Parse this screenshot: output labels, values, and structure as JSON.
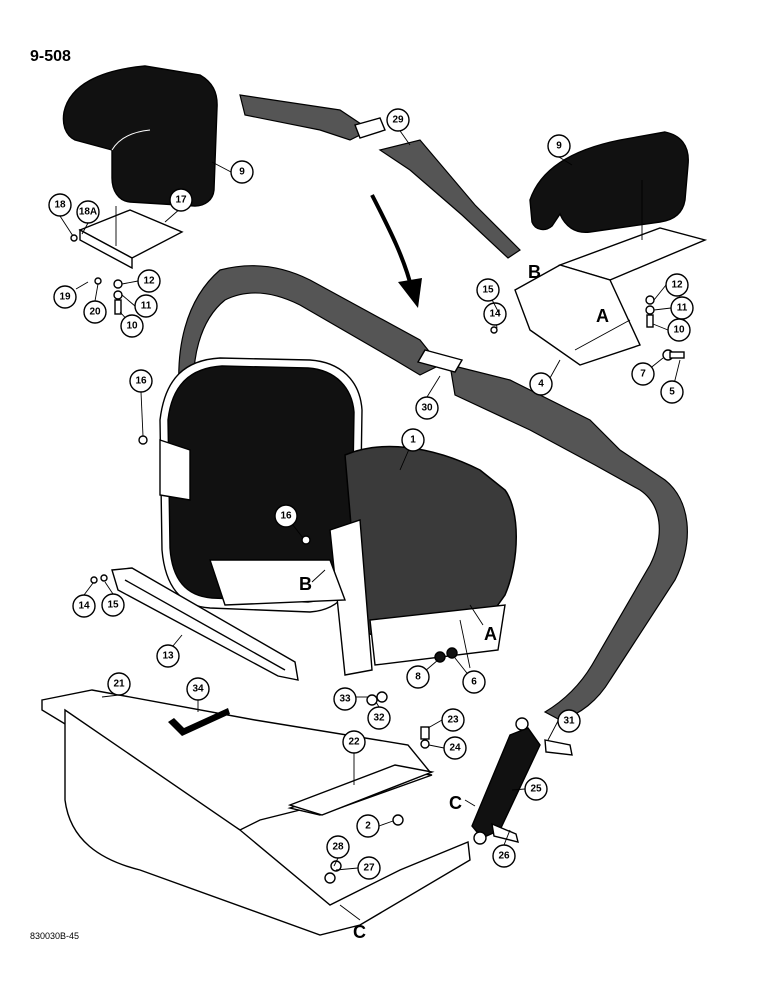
{
  "page_number": "9-508",
  "figure_code": "830030B-45",
  "callouts": [
    "1",
    "2",
    "4",
    "5",
    "6",
    "7",
    "8",
    "9",
    "9",
    "10",
    "10",
    "11",
    "11",
    "12",
    "12",
    "13",
    "14",
    "14",
    "15",
    "15",
    "16",
    "16",
    "17",
    "18",
    "18A",
    "19",
    "20",
    "21",
    "22",
    "23",
    "24",
    "25",
    "26",
    "27",
    "28",
    "29",
    "30",
    "31",
    "32",
    "33",
    "34"
  ],
  "letters": [
    "A",
    "B",
    "A",
    "B",
    "C",
    "C"
  ]
}
